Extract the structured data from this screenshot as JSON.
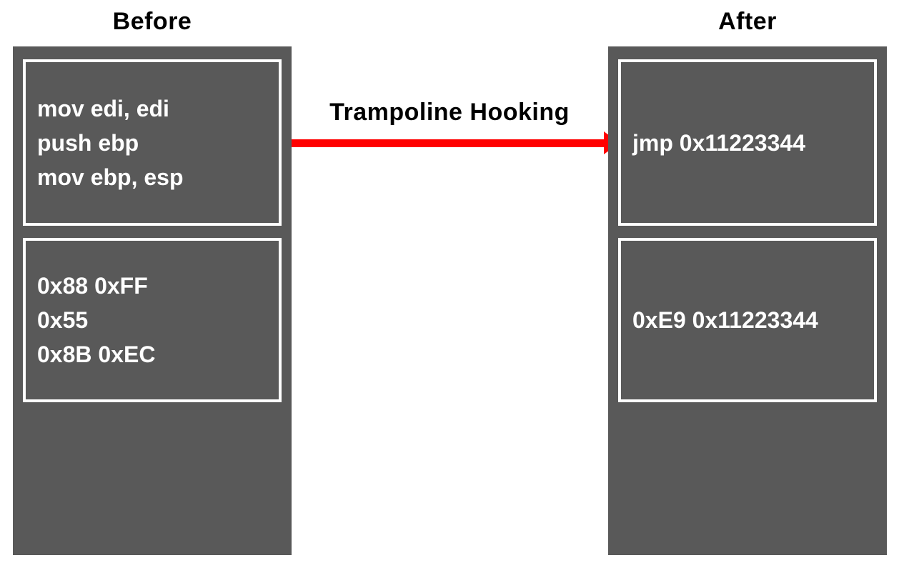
{
  "diagram": {
    "title_left": "Before",
    "title_right": "After",
    "arrow_label": "Trampoline Hooking",
    "before": {
      "asm_lines": [
        "mov edi, edi",
        "push ebp",
        "mov ebp, esp"
      ],
      "byte_lines": [
        "0x88 0xFF",
        "0x55",
        "0x8B 0xEC"
      ]
    },
    "after": {
      "asm_lines": [
        "jmp 0x11223344"
      ],
      "byte_lines": [
        "0xE9 0x11223344"
      ]
    },
    "colors": {
      "page_bg": "#ffffff",
      "column_bg": "#595959",
      "box_border": "#ffffff",
      "box_text": "#ffffff",
      "title_text": "#000000",
      "arrow": "#ff0000"
    }
  }
}
